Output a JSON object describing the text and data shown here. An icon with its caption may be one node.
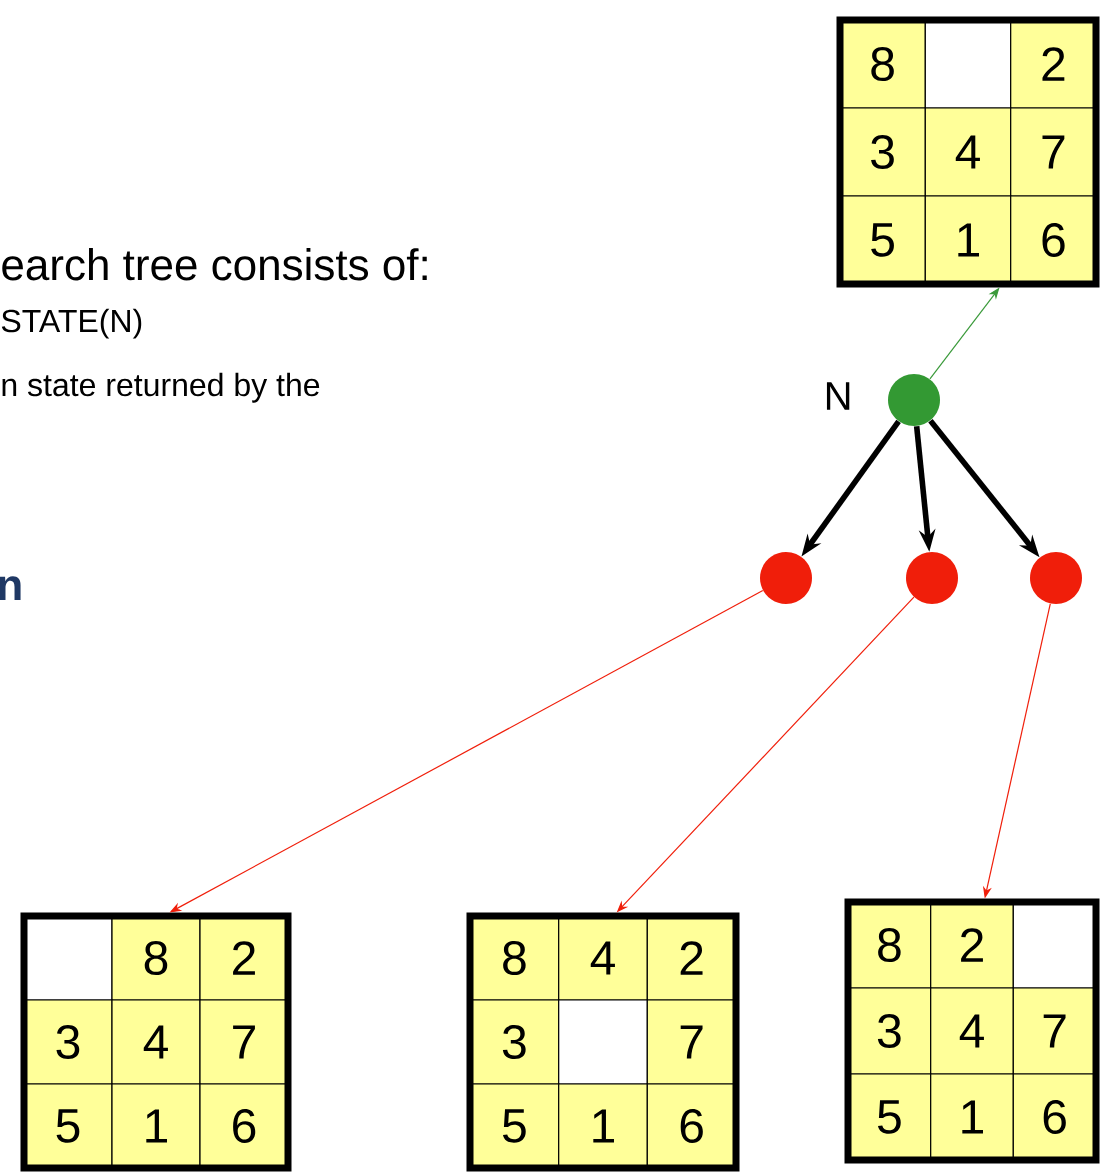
{
  "diagram": {
    "nodes": [
      {
        "text": [],
        "shape": "box"
      },
      {
        "text": [
          "8"
        ],
        "in": 0
      },
      {
        "text": [],
        "shape": "box",
        "in": 0
      },
      {
        "text": [
          "2"
        ],
        "in": 0
      },
      {
        "text": [
          "3"
        ],
        "in": 0
      },
      {
        "text": [
          "4"
        ],
        "in": 0
      },
      {
        "text": [
          "7"
        ],
        "in": 0
      },
      {
        "text": [
          "5"
        ],
        "in": 0
      },
      {
        "text": [
          "1"
        ],
        "in": 0
      },
      {
        "text": [
          "6"
        ],
        "in": 0
      },
      {
        "text": [],
        "shape": "circle",
        "beside": [
          "N"
        ]
      },
      {
        "text": [],
        "shape": "circle"
      },
      {
        "text": [],
        "shape": "circle"
      },
      {
        "text": [],
        "shape": "circle"
      },
      {
        "text": [],
        "shape": "box"
      },
      {
        "text": [],
        "shape": "box",
        "in": 14
      },
      {
        "text": [
          "8"
        ],
        "in": 14
      },
      {
        "text": [
          "2"
        ],
        "in": 14
      },
      {
        "text": [
          "3"
        ],
        "in": 14
      },
      {
        "text": [
          "4"
        ],
        "in": 14
      },
      {
        "text": [
          "7"
        ],
        "in": 14
      },
      {
        "text": [
          "5"
        ],
        "in": 14
      },
      {
        "text": [
          "1"
        ],
        "in": 14
      },
      {
        "text": [
          "6"
        ],
        "in": 14
      },
      {
        "text": [],
        "shape": "box"
      },
      {
        "text": [
          "8"
        ],
        "in": 24
      },
      {
        "text": [
          "4"
        ],
        "in": 24
      },
      {
        "text": [
          "2"
        ],
        "in": 24
      },
      {
        "text": [
          "3"
        ],
        "in": 24
      },
      {
        "text": [],
        "shape": "box",
        "in": 24
      },
      {
        "text": [
          "7"
        ],
        "in": 24
      },
      {
        "text": [
          "5"
        ],
        "in": 24
      },
      {
        "text": [
          "1"
        ],
        "in": 24
      },
      {
        "text": [
          "6"
        ],
        "in": 24
      },
      {
        "text": [],
        "shape": "box"
      },
      {
        "text": [
          "8"
        ],
        "in": 34
      },
      {
        "text": [
          "2"
        ],
        "in": 34
      },
      {
        "text": [],
        "shape": "box",
        "in": 34
      },
      {
        "text": [
          "3"
        ],
        "in": 34
      },
      {
        "text": [
          "4"
        ],
        "in": 34
      },
      {
        "text": [
          "7"
        ],
        "in": 34
      },
      {
        "text": [
          "5"
        ],
        "in": 34
      },
      {
        "text": [
          "1"
        ],
        "in": 34
      },
      {
        "text": [
          "6"
        ],
        "in": 34
      }
    ],
    "edges": [
      {
        "from": 10,
        "to": 0,
        "arrow": "to",
        "color": "#3a9a3a"
      },
      {
        "from": 10,
        "to": 11,
        "arrow": "to",
        "style": "thick"
      },
      {
        "from": 10,
        "to": 12,
        "arrow": "to",
        "style": "thick"
      },
      {
        "from": 10,
        "to": 13,
        "arrow": "to",
        "style": "thick"
      },
      {
        "from": 11,
        "to": 14,
        "arrow": "to",
        "color": "#f01e0a"
      },
      {
        "from": 12,
        "to": 24,
        "arrow": "to",
        "color": "#f01e0a"
      },
      {
        "from": 13,
        "to": 34,
        "arrow": "to",
        "color": "#f01e0a"
      }
    ],
    "labels": [
      "earch tree consists of:",
      "STATE(N)",
      "n state returned by the",
      "n"
    ]
  }
}
